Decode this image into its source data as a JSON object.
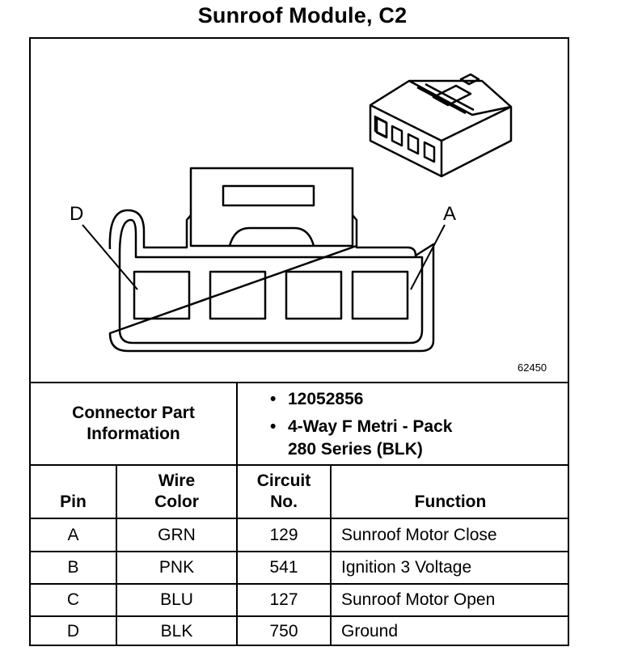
{
  "title": "Sunroof Module, C2",
  "figure_number": "62450",
  "pin_callouts": {
    "left": "D",
    "right": "A"
  },
  "connector_info": {
    "label_line1": "Connector Part",
    "label_line2": "Information",
    "part_number": "12052856",
    "description_line1": "4-Way F Metri - Pack",
    "description_line2": "280 Series (BLK)"
  },
  "table": {
    "headers": {
      "pin": "Pin",
      "wire_color_line1": "Wire",
      "wire_color_line2": "Color",
      "circuit_line1": "Circuit",
      "circuit_line2": "No.",
      "function": "Function"
    },
    "rows": [
      {
        "pin": "A",
        "wire_color": "GRN",
        "circuit": "129",
        "function": "Sunroof Motor Close"
      },
      {
        "pin": "B",
        "wire_color": "PNK",
        "circuit": "541",
        "function": "Ignition 3 Voltage"
      },
      {
        "pin": "C",
        "wire_color": "BLU",
        "circuit": "127",
        "function": "Sunroof Motor Open"
      },
      {
        "pin": "D",
        "wire_color": "BLK",
        "circuit": "750",
        "function": "Ground"
      }
    ]
  }
}
